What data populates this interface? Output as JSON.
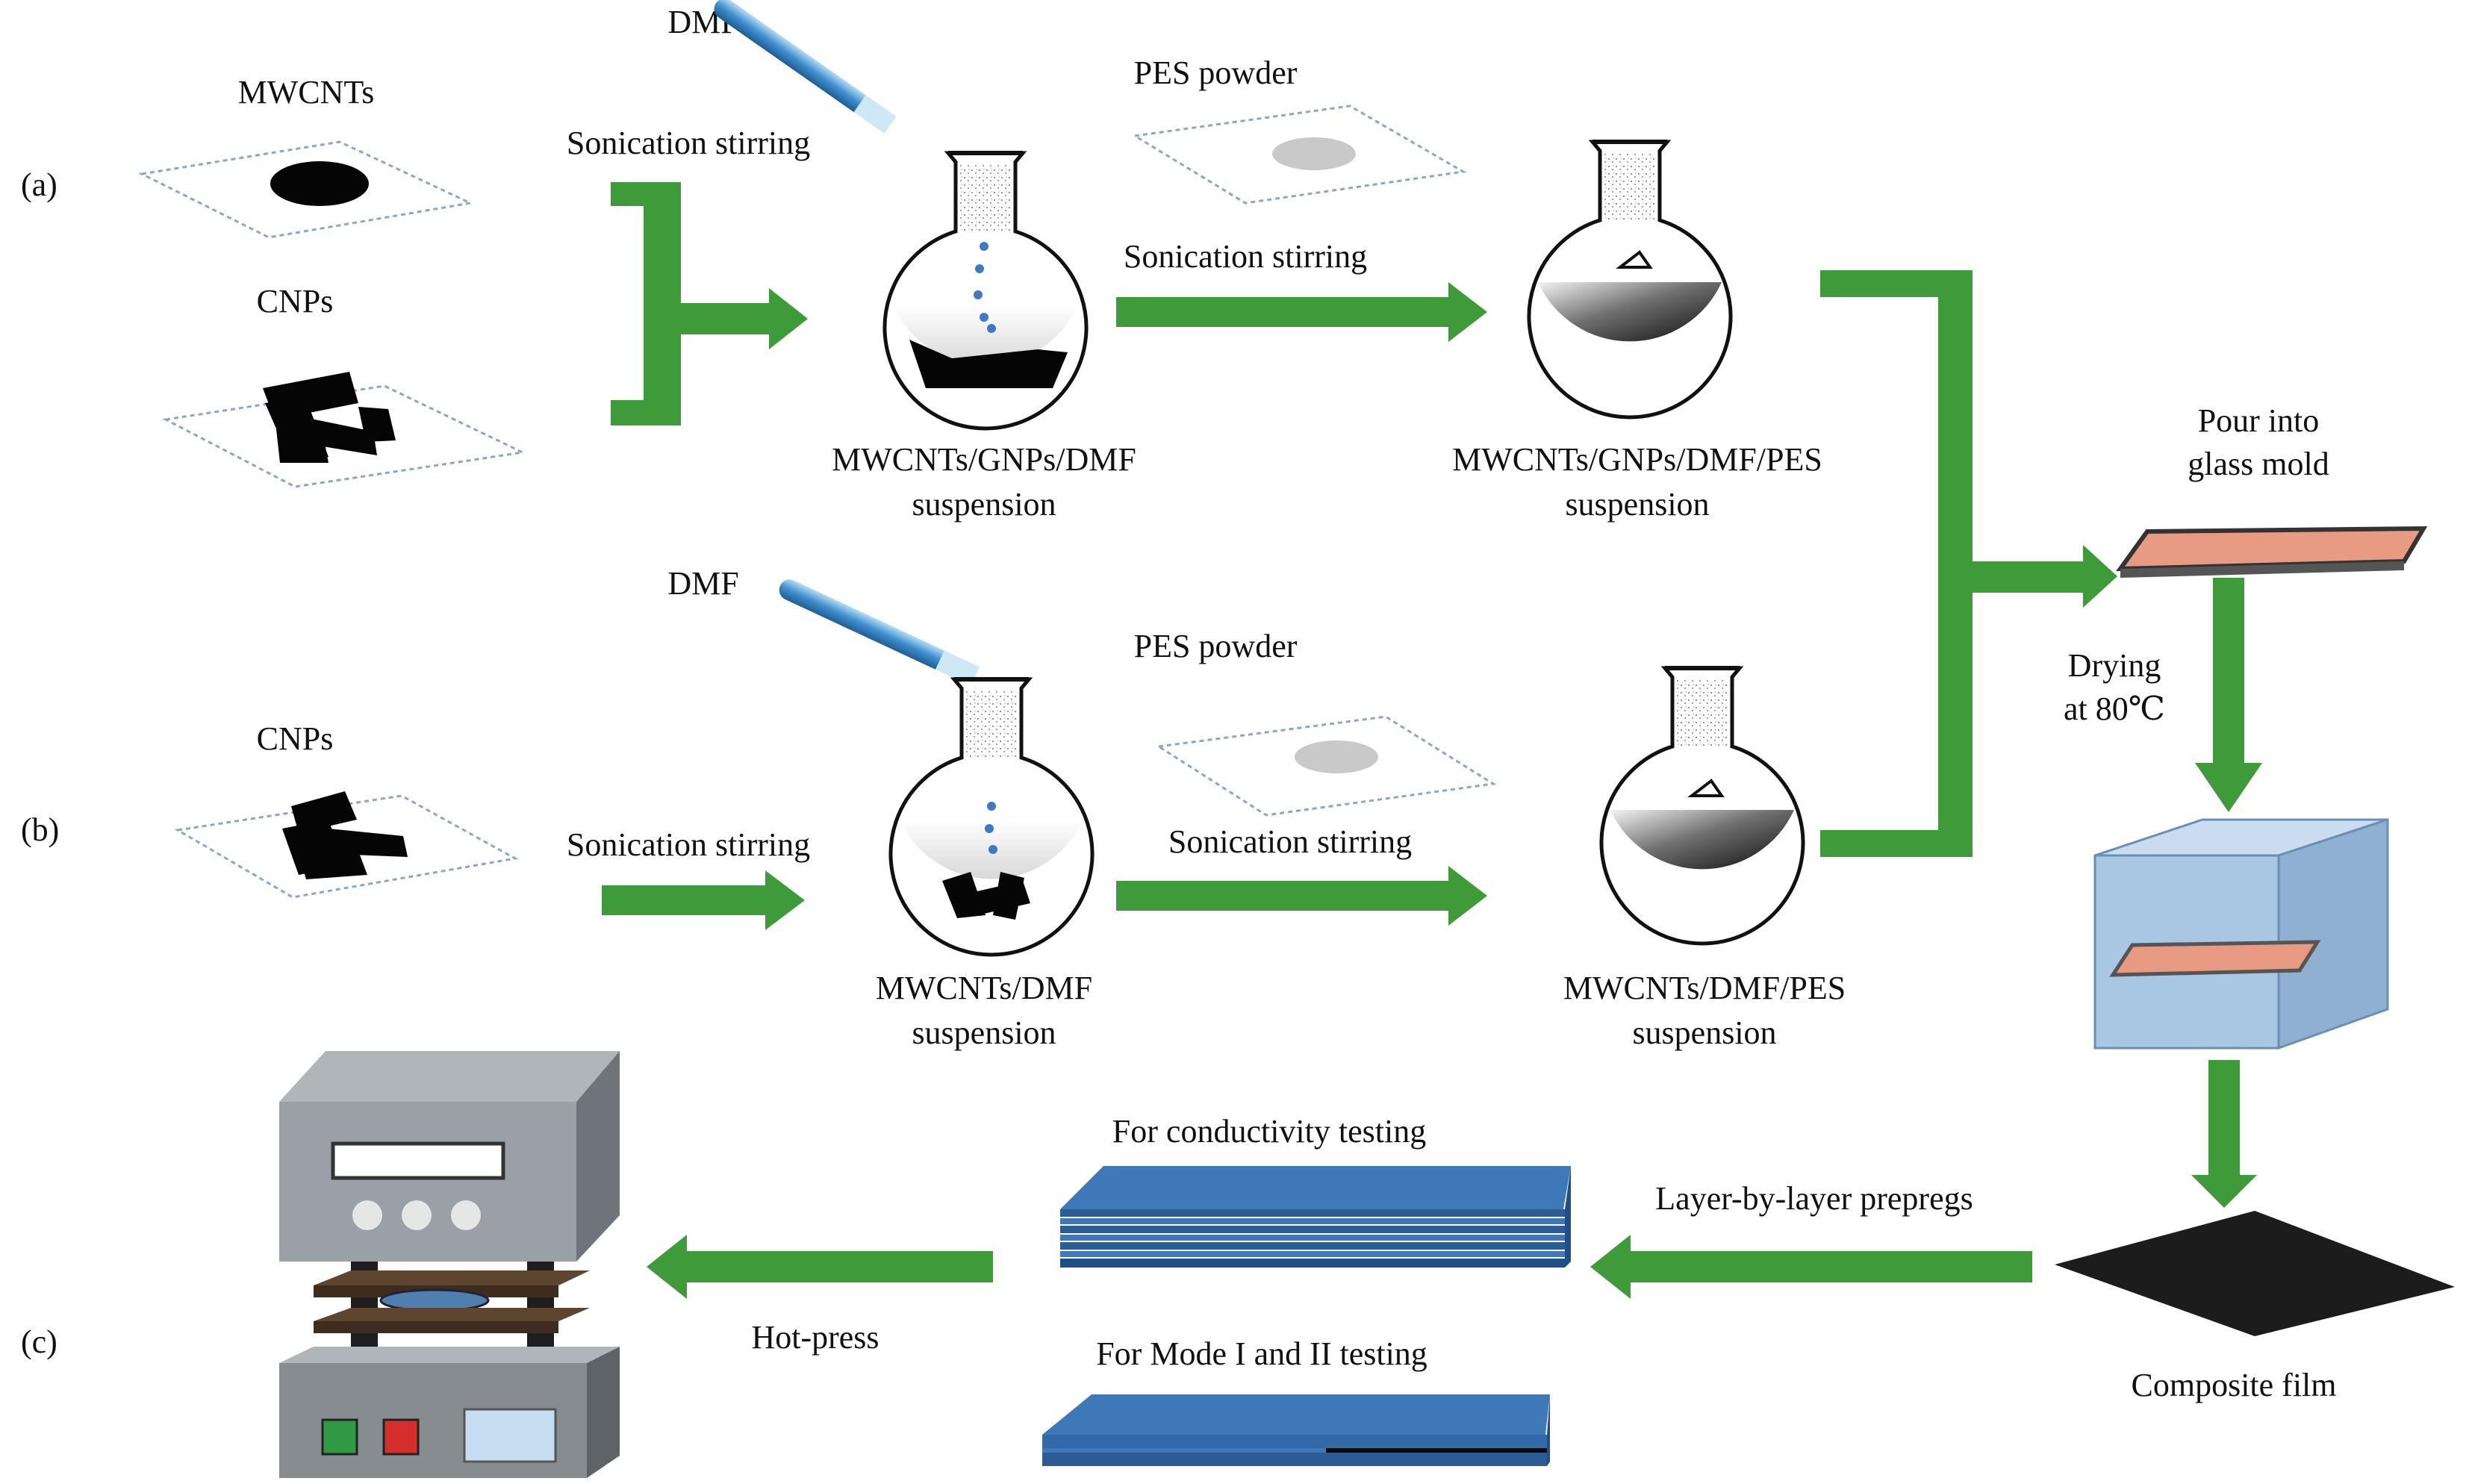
{
  "labels": {
    "panel_a": "(a)",
    "panel_b": "(b)",
    "panel_c": "(c)",
    "mwcnts": "MWCNTs",
    "cnps_a": "CNPs",
    "cnps_b": "CNPs",
    "dmf_a": "DMF",
    "dmf_b": "DMF",
    "pes_powder_a": "PES powder",
    "pes_powder_b": "PES powder",
    "sonication_1": "Sonication stirring",
    "sonication_2": "Sonication stirring",
    "sonication_3": "Sonication stirring",
    "sonication_4": "Sonication stirring",
    "flask_a1_line1": "MWCNTs/GNPs/DMF",
    "flask_a1_line2": "suspension",
    "flask_a2_line1": "MWCNTs/GNPs/DMF/PES",
    "flask_a2_line2": "suspension",
    "flask_b1_line1": "MWCNTs/DMF",
    "flask_b1_line2": "suspension",
    "flask_b2_line1": "MWCNTs/DMF/PES",
    "flask_b2_line2": "suspension",
    "pour_line1": "Pour into",
    "pour_line2": "glass mold",
    "drying_line1": "Drying",
    "drying_line2": "at 80℃",
    "composite_film": "Composite film",
    "layer_by_layer": "Layer-by-layer prepregs",
    "conductivity": "For conductivity testing",
    "mode_testing": "For Mode I and II testing",
    "hot_press": "Hot-press"
  },
  "colors": {
    "arrow_green": "#3f9a3a",
    "tray_pink": "#e89a82",
    "oven_blue": "#a9c7e3",
    "laminate_blue": "#3f78b8",
    "press_gray": "#8c9196",
    "film_black": "#1c1c1c"
  },
  "icons": {
    "dropper": "pipette-icon",
    "flask": "round-bottom-flask-icon",
    "oven": "drying-oven-icon",
    "press": "hot-press-machine-icon"
  }
}
